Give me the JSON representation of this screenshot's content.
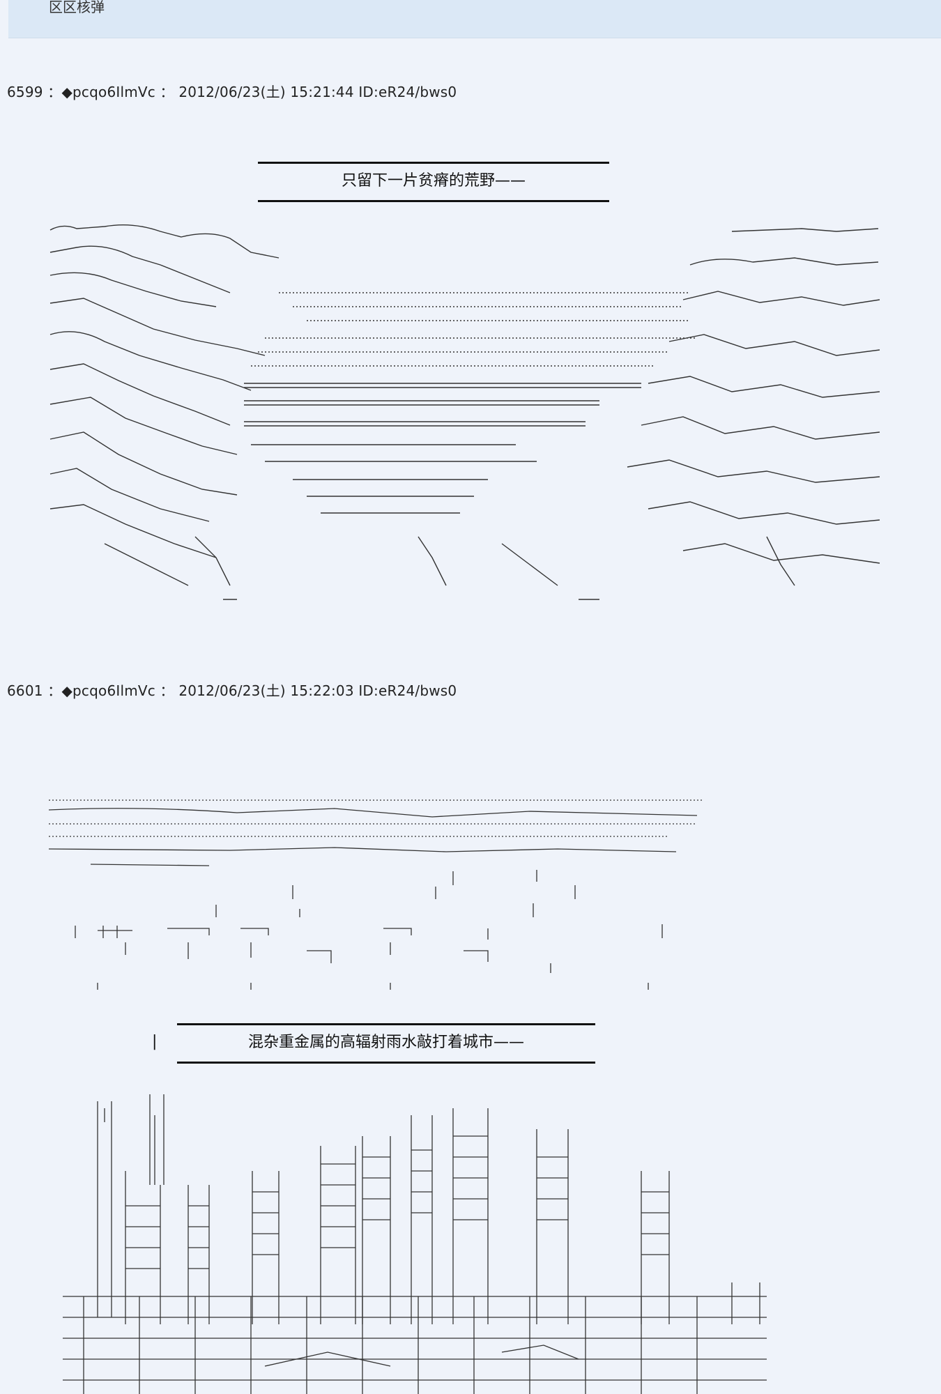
{
  "page": {
    "top_title": "区区核弹"
  },
  "posts": [
    {
      "header": "6599 ：◆pcqo6IlmVc ： 2012/06/23(土) 15:21:44 ID:eR24/bws0",
      "caption": "只留下一片贫瘠的荒野——"
    },
    {
      "header": "6601 ：◆pcqo6IlmVc ： 2012/06/23(土) 15:22:03 ID:eR24/bws0",
      "caption": "混杂重金属的高辐射雨水敲打着城市——",
      "side_mark": "|"
    }
  ]
}
